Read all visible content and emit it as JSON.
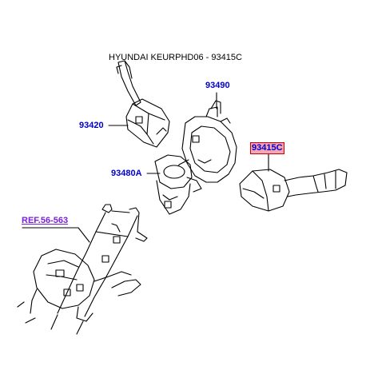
{
  "title": "HYUNDAI KEURPHD06 - 93415C",
  "labels": {
    "p93490": "93490",
    "p93420": "93420",
    "p93415c": "93415C",
    "p93480a": "93480A",
    "ref": "REF.56-563"
  },
  "colors": {
    "part_number": "#0000cc",
    "highlight_fill": "#f6a5b4",
    "highlight_border": "#cc0000",
    "reference": "#7a1ee0",
    "line_art": "#000000"
  }
}
